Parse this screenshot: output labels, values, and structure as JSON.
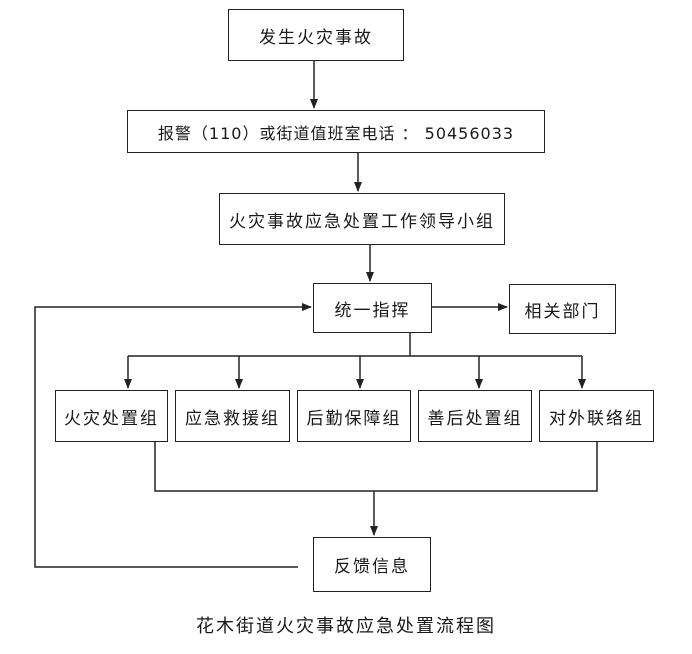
{
  "nodes": {
    "start": "发生火灾事故",
    "report": "报警（110）或街道值班室电话 ： 50456033",
    "leadership": "火灾事故应急处置工作领导小组",
    "command": "统一指挥",
    "departments": "相关部门",
    "groups": [
      "火灾处置组",
      "应急救援组",
      "后勤保障组",
      "善后处置组",
      "对外联络组"
    ],
    "feedback": "反馈信息"
  },
  "caption": "花木街道火灾事故应急处置流程图"
}
